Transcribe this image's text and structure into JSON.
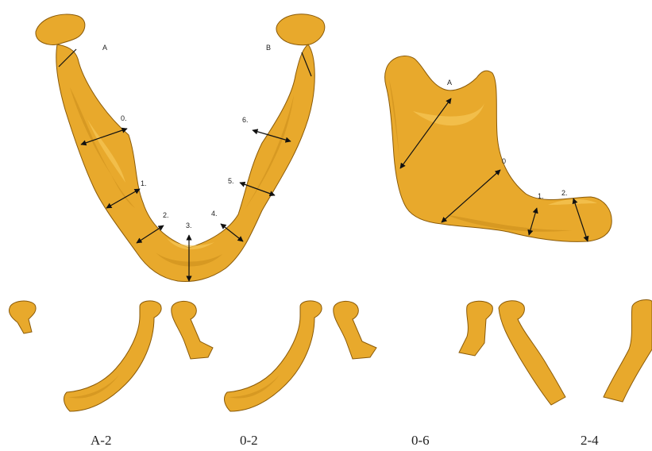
{
  "top_view": {
    "section_labels": {
      "A": "A",
      "B": "B",
      "s0": "0.",
      "s1": "1.",
      "s2": "2.",
      "s3": "3.",
      "s4": "4.",
      "s5": "5.",
      "s6": "6."
    }
  },
  "side_view": {
    "section_labels": {
      "A": "A",
      "s0": "0",
      "s1": "1.",
      "s2": "2."
    }
  },
  "captions": {
    "c1": "A-2",
    "c2": "0-2",
    "c3": "0-6",
    "c4": "2-4"
  },
  "colors": {
    "bone": "#e8a92c",
    "bone_shadow": "#8a5a08",
    "highlight": "#f6c757",
    "line": "#111111"
  }
}
